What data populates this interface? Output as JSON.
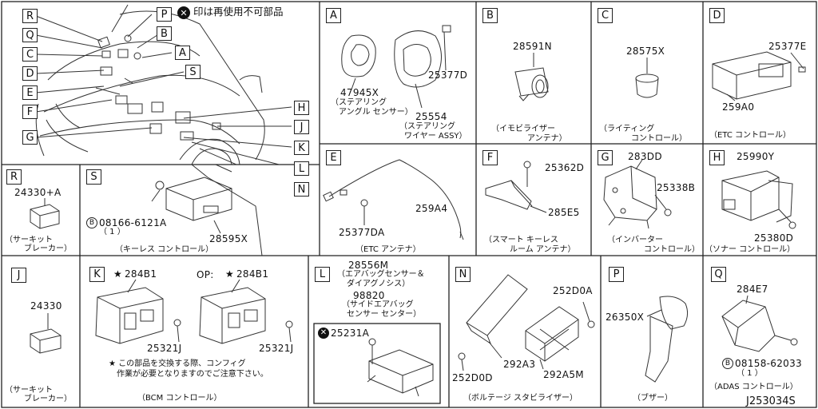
{
  "notice": {
    "mark": "✕",
    "text": "印は再使用不可部品"
  },
  "doc_code": "J253034S",
  "overview_letters": [
    "R",
    "Q",
    "C",
    "D",
    "E",
    "F",
    "G",
    "P",
    "B",
    "A",
    "S",
    "H",
    "J",
    "K",
    "L",
    "N"
  ],
  "panels": {
    "A": {
      "letter": "A",
      "p1": "47945X",
      "c1a": "（ステアリング",
      "c1b": "アングル センサー）",
      "p2": "25377D",
      "p3": "25554",
      "c3a": "（ステアリング",
      "c3b": "ワイヤー ASSY）"
    },
    "B": {
      "letter": "B",
      "p1": "28591N",
      "c1a": "（イモビライザー",
      "c1b": "アンテナ）"
    },
    "C": {
      "letter": "C",
      "p1": "28575X",
      "c1a": "（ライティング",
      "c1b": "コントロール）"
    },
    "D": {
      "letter": "D",
      "p1": "25377E",
      "p2": "259A0",
      "c1": "（ETC コントロール）"
    },
    "R": {
      "letter": "R",
      "p1": "24330+A",
      "c1a": "（サーキット",
      "c1b": "ブレーカー）"
    },
    "S": {
      "letter": "S",
      "circ": "B",
      "p1": "08166-6121A",
      "qty": "（ 1 ）",
      "p2": "28595X",
      "c1": "（キーレス  コントロール）"
    },
    "E": {
      "letter": "E",
      "p1": "259A4",
      "p2": "25377DA",
      "c1": "（ETC アンテナ）"
    },
    "F": {
      "letter": "F",
      "p1": "25362D",
      "p2": "285E5",
      "c1a": "（スマート キーレス",
      "c1b": "ルーム アンテナ）"
    },
    "G": {
      "letter": "G",
      "p1": "283DD",
      "p2": "25338B",
      "c1a": "（インバーター",
      "c1b": "コントロール）"
    },
    "H": {
      "letter": "H",
      "p1": "25990Y",
      "p2": "25380D",
      "c1": "（ソナー コントロール）"
    },
    "J": {
      "letter": "J",
      "p1": "24330",
      "c1a": "（サーキット",
      "c1b": "ブレーカー）"
    },
    "K": {
      "letter": "K",
      "star": "★",
      "p1": "284B1",
      "op": "OP:",
      "p2": "284B1",
      "p3": "25321J",
      "p4": "25321J",
      "note1": "★ この部品を交換する際、コンフィグ",
      "note2": "作業が必要となりますのでご注意下さい。",
      "c1": "（BCM コントロール）"
    },
    "L": {
      "letter": "L",
      "p1": "28556M",
      "c1a": "（エアバッグセンサー＆",
      "c1b": "ダイアグノシス）",
      "p2": "98820",
      "c2a": "（サイドエアバッグ",
      "c2b": "センサー センター）",
      "x": "✕",
      "p3": "25231A"
    },
    "N": {
      "letter": "N",
      "p1": "252D0A",
      "p2": "292A3",
      "p3": "292A5M",
      "p4": "252D0D",
      "c1": "（ボルテージ  スタビライザー）"
    },
    "P": {
      "letter": "P",
      "p1": "26350X",
      "c1": "（ブザー）"
    },
    "Q": {
      "letter": "Q",
      "p1": "284E7",
      "circ": "B",
      "p2": "08158-62033",
      "qty": "（ 1 ）",
      "c1": "（ADAS コントロール）"
    }
  }
}
